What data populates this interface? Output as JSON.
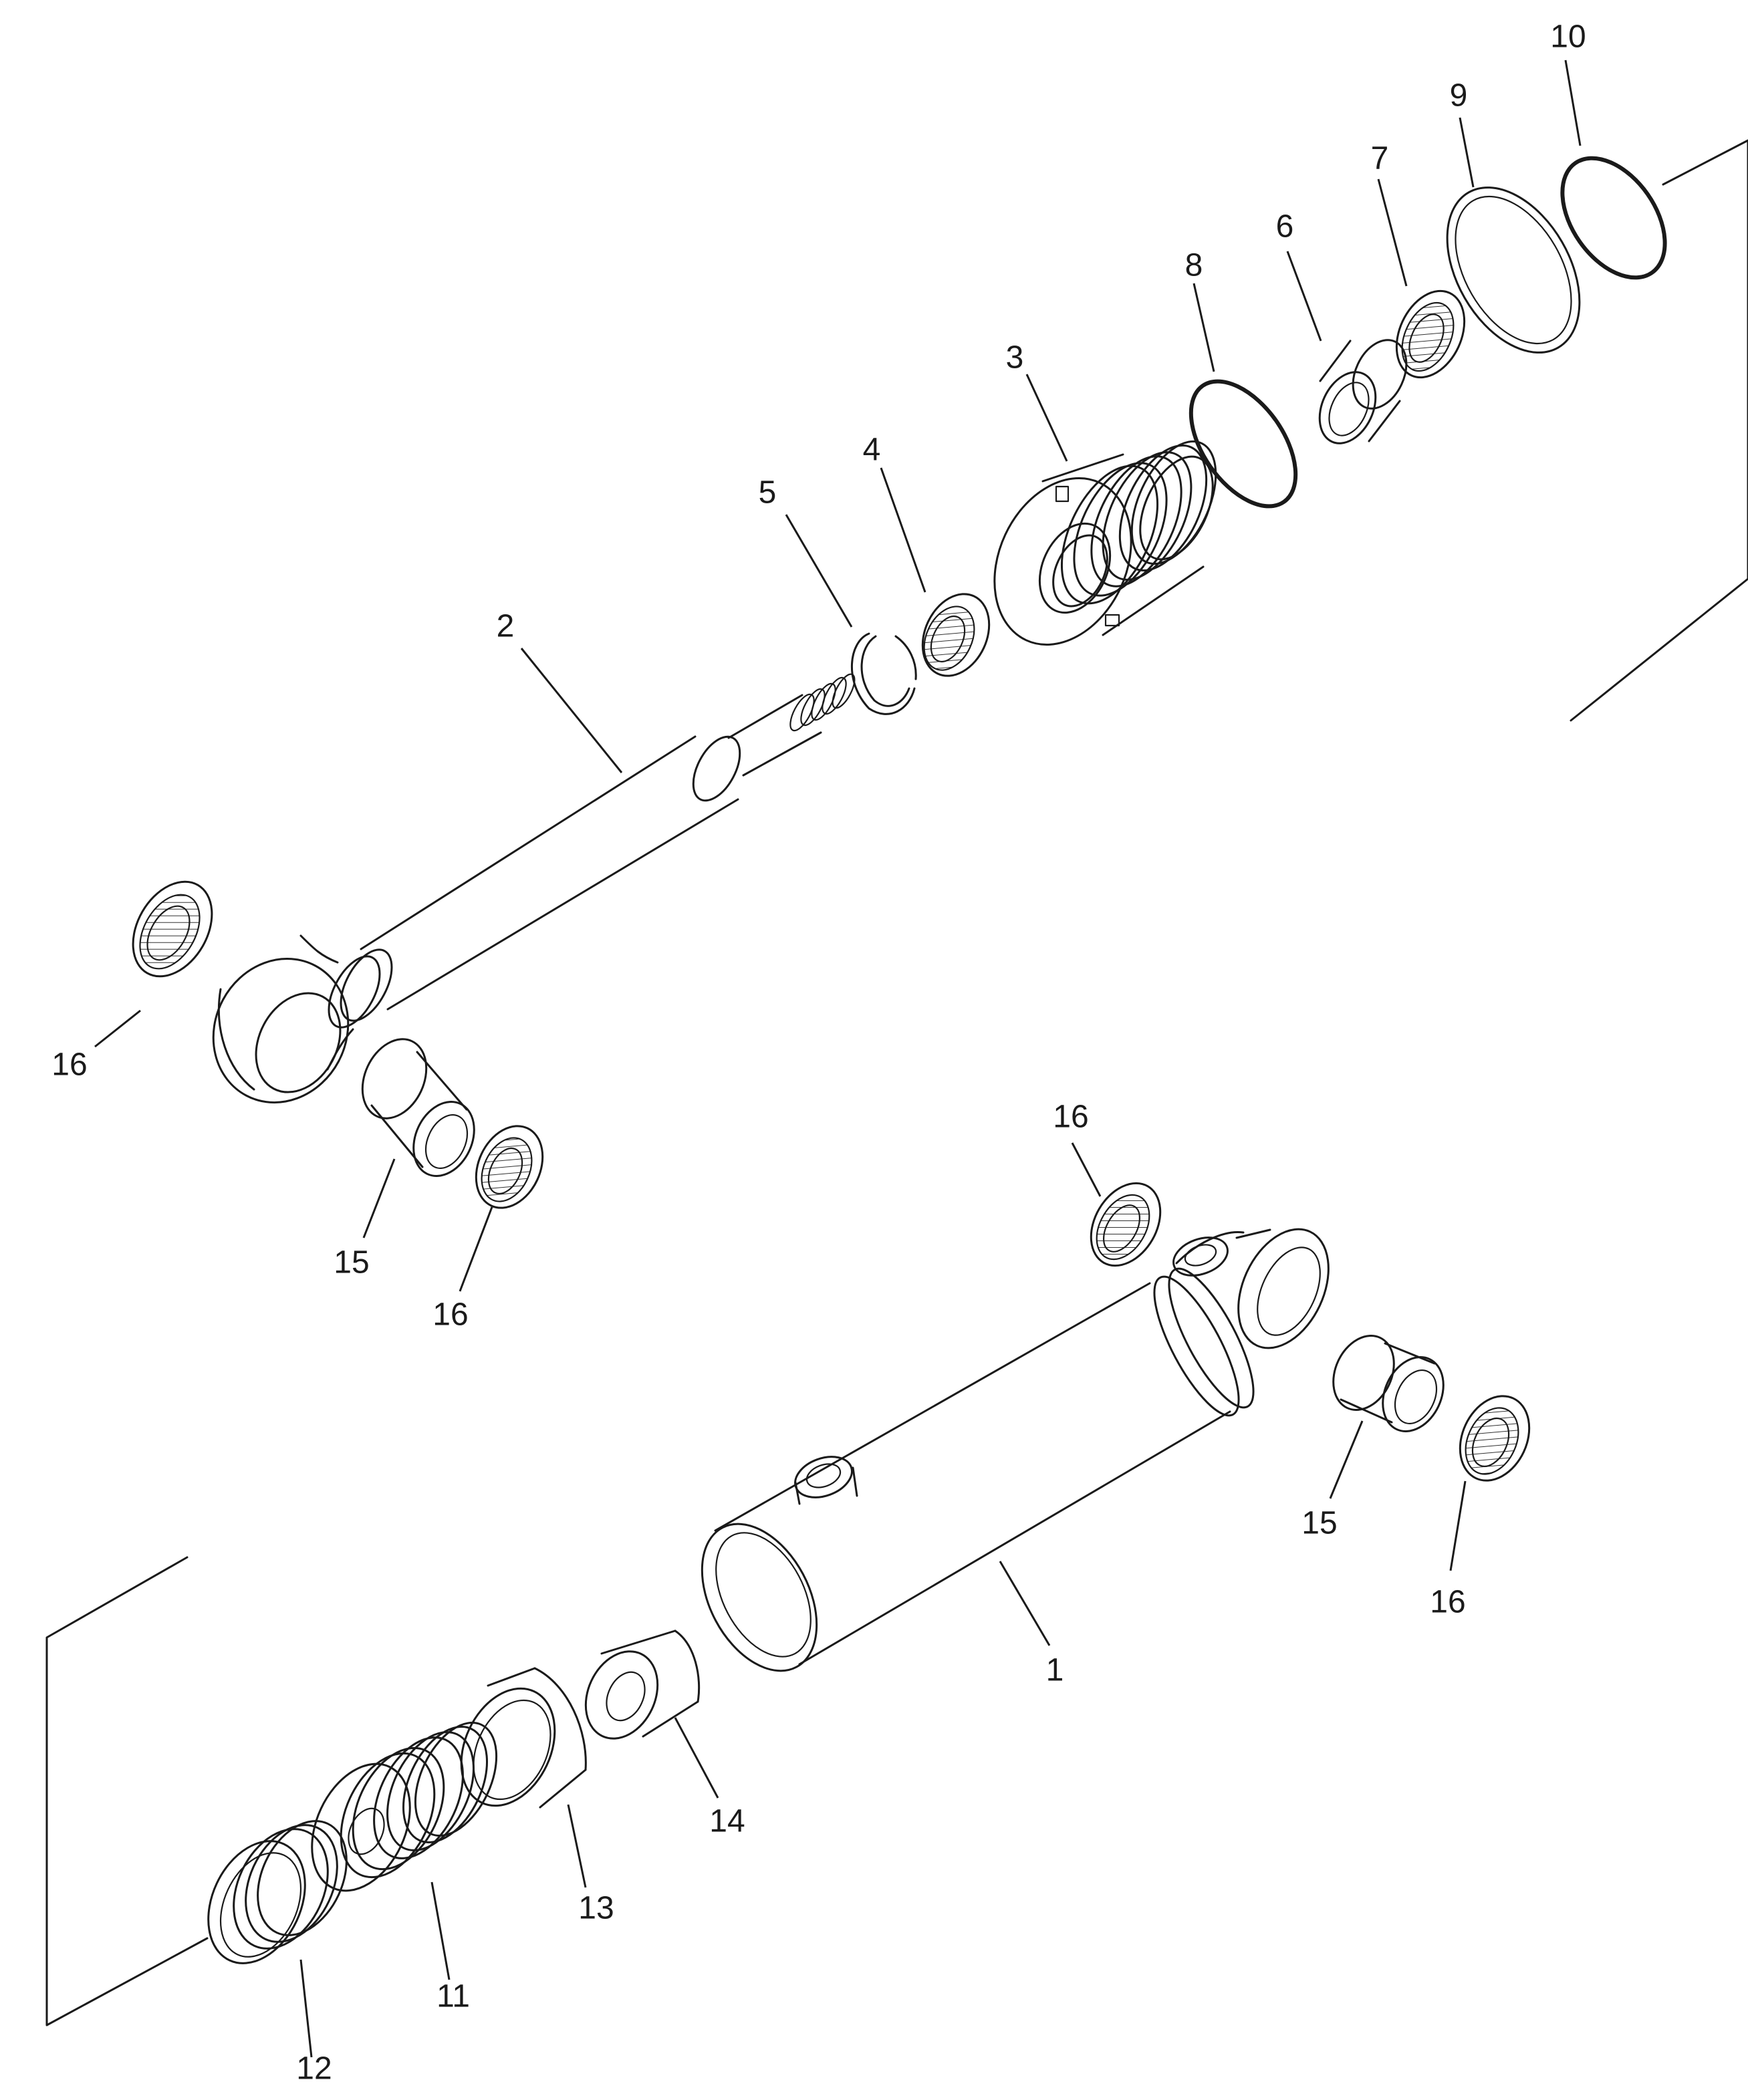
{
  "labels": {
    "p1": "1",
    "p2": "2",
    "p3": "3",
    "p4": "4",
    "p5": "5",
    "p6": "6",
    "p7": "7",
    "p8": "8",
    "p9": "9",
    "p10": "10",
    "p11": "11",
    "p12": "12",
    "p13": "13",
    "p14": "14",
    "p15a": "15",
    "p15b": "15",
    "p16a": "16",
    "p16b": "16",
    "p16c": "16",
    "p16d": "16"
  }
}
